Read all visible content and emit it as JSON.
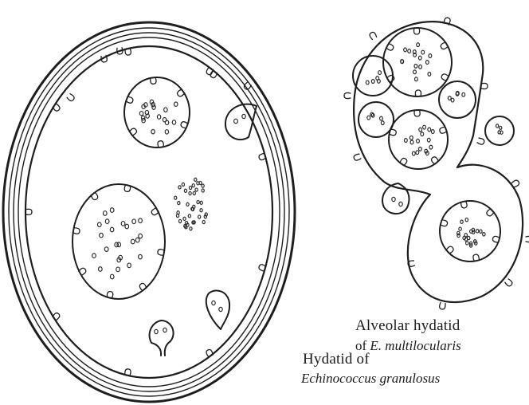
{
  "labels": {
    "left_line1": "Hydatid of",
    "left_line2": "Echinococcus granulosus",
    "right_line1": "Alveolar hydatid",
    "right_line2_prefix": "of ",
    "right_line2_italic": "E. multilocularis"
  },
  "colors": {
    "ink": "#1e1e1e",
    "background": "#ffffff"
  }
}
